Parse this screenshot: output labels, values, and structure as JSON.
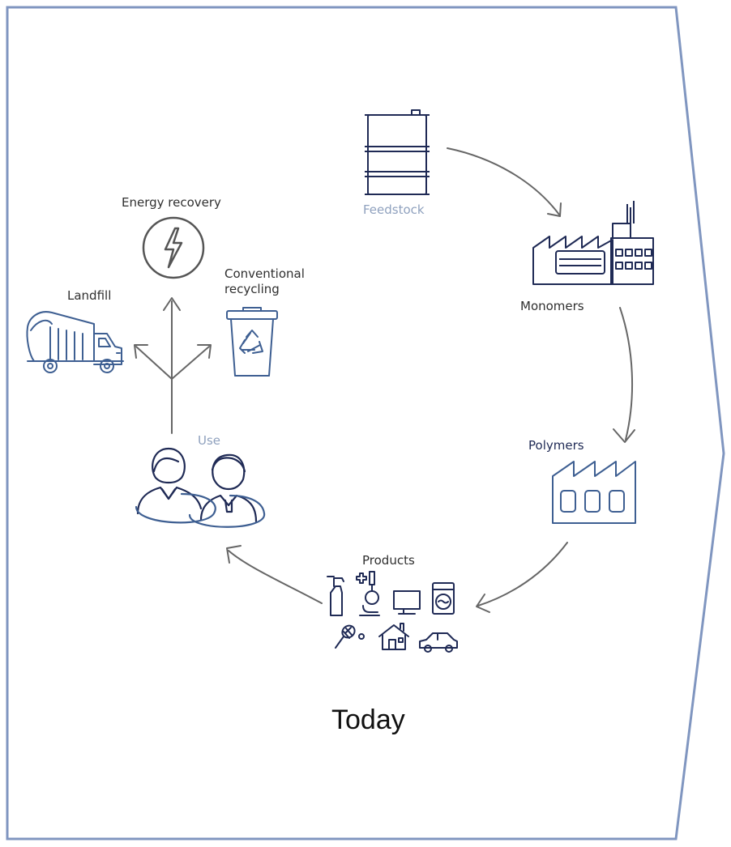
{
  "diagram": {
    "nodes": {
      "feedstock": "Feedstock",
      "monomers": "Monomers",
      "polymers": "Polymers",
      "products": "Products",
      "use": "Use",
      "energy_recovery": "Energy recovery",
      "conventional_recycling_line1": "Conventional",
      "conventional_recycling_line2": "recycling",
      "landfill": "Landfill"
    },
    "caption": "Today",
    "colors": {
      "frame": "#8096c0",
      "navy": "#1f2a55",
      "blue": "#3e5f92",
      "muted": "#8fa1be",
      "gray": "#555555"
    }
  }
}
